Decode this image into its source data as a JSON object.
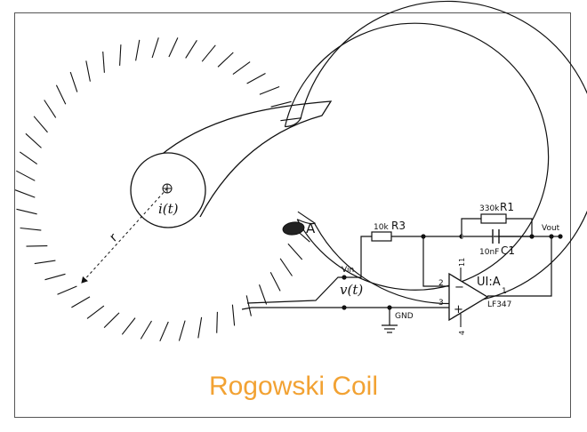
{
  "caption": "Rogowski Coil",
  "colors": {
    "caption": "#f2a233",
    "ink": "#111111"
  },
  "labels": {
    "current": "i(t)",
    "radius": "r",
    "cross_section": "A",
    "voltage": "v(t)",
    "vin": "Vin",
    "gnd": "GND",
    "vout": "Vout"
  },
  "components": {
    "r3": {
      "name": "R3",
      "value": "10k"
    },
    "r1": {
      "name": "R1",
      "value": "330k"
    },
    "c1": {
      "name": "C1",
      "value": "10nF"
    },
    "opamp": {
      "name": "UI:A",
      "part": "LF347",
      "minus": "−",
      "plus": "+",
      "pin_inv": "2",
      "pin_noninv": "3",
      "pin_out": "1",
      "pin_vcc": "11",
      "pin_vee": "4"
    }
  }
}
